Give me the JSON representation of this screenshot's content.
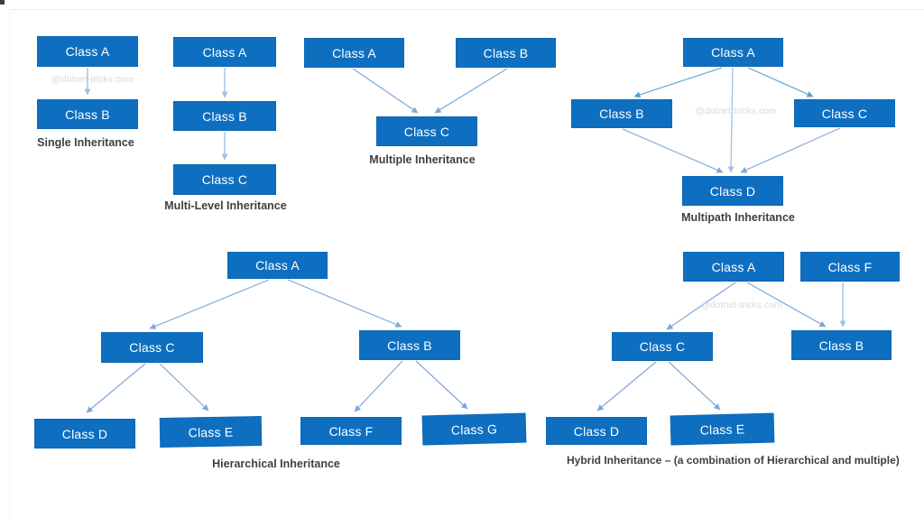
{
  "slide": {
    "background": "#ffffff",
    "colors": {
      "node_fill": "#0e6fc0",
      "node_text": "#ffffff",
      "arrow_light": "#9dc3e6",
      "arrow_mid": "#7da7d9",
      "arrow_deep": "#54a0d9",
      "caption": "#3f3f3f",
      "watermark": "#d9d9d9"
    }
  },
  "diagrams": [
    {
      "id": "single",
      "caption": "Single Inheritance",
      "watermark": "@dotnet-tricks.com",
      "nodes": [
        {
          "label": "Class A"
        },
        {
          "label": "Class B"
        }
      ],
      "edges": [
        [
          "Class A",
          "Class B"
        ]
      ]
    },
    {
      "id": "multi-level",
      "caption": "Multi-Level Inheritance",
      "nodes": [
        {
          "label": "Class A"
        },
        {
          "label": "Class B"
        },
        {
          "label": "Class C"
        }
      ],
      "edges": [
        [
          "Class A",
          "Class B"
        ],
        [
          "Class B",
          "Class C"
        ]
      ]
    },
    {
      "id": "multiple",
      "caption": "Multiple Inheritance",
      "nodes": [
        {
          "label": "Class A"
        },
        {
          "label": "Class B"
        },
        {
          "label": "Class C"
        }
      ],
      "edges": [
        [
          "Class A",
          "Class C"
        ],
        [
          "Class B",
          "Class C"
        ]
      ]
    },
    {
      "id": "multipath",
      "caption": "Multipath Inheritance",
      "watermark": "@dotnet-tricks.com",
      "nodes": [
        {
          "label": "Class A"
        },
        {
          "label": "Class B"
        },
        {
          "label": "Class C"
        },
        {
          "label": "Class D"
        }
      ],
      "edges": [
        [
          "Class A",
          "Class B"
        ],
        [
          "Class A",
          "Class C"
        ],
        [
          "Class A",
          "Class D"
        ],
        [
          "Class B",
          "Class D"
        ],
        [
          "Class C",
          "Class D"
        ]
      ]
    },
    {
      "id": "hierarchical",
      "caption": "Hierarchical Inheritance",
      "nodes": [
        {
          "label": "Class A"
        },
        {
          "label": "Class C"
        },
        {
          "label": "Class B"
        },
        {
          "label": "Class D"
        },
        {
          "label": "Class E"
        },
        {
          "label": "Class F"
        },
        {
          "label": "Class G"
        }
      ],
      "edges": [
        [
          "Class A",
          "Class C"
        ],
        [
          "Class A",
          "Class B"
        ],
        [
          "Class C",
          "Class D"
        ],
        [
          "Class C",
          "Class E"
        ],
        [
          "Class B",
          "Class F"
        ],
        [
          "Class B",
          "Class G"
        ]
      ]
    },
    {
      "id": "hybrid",
      "caption": "Hybrid Inheritance – (a combination of Hierarchical and multiple)",
      "watermark": "@dotnet-tricks.com",
      "nodes": [
        {
          "label": "Class A"
        },
        {
          "label": "Class F"
        },
        {
          "label": "Class C"
        },
        {
          "label": "Class B"
        },
        {
          "label": "Class D"
        },
        {
          "label": "Class E"
        }
      ],
      "edges": [
        [
          "Class A",
          "Class C"
        ],
        [
          "Class A",
          "Class B"
        ],
        [
          "Class F",
          "Class B"
        ],
        [
          "Class C",
          "Class D"
        ],
        [
          "Class C",
          "Class E"
        ]
      ]
    }
  ]
}
